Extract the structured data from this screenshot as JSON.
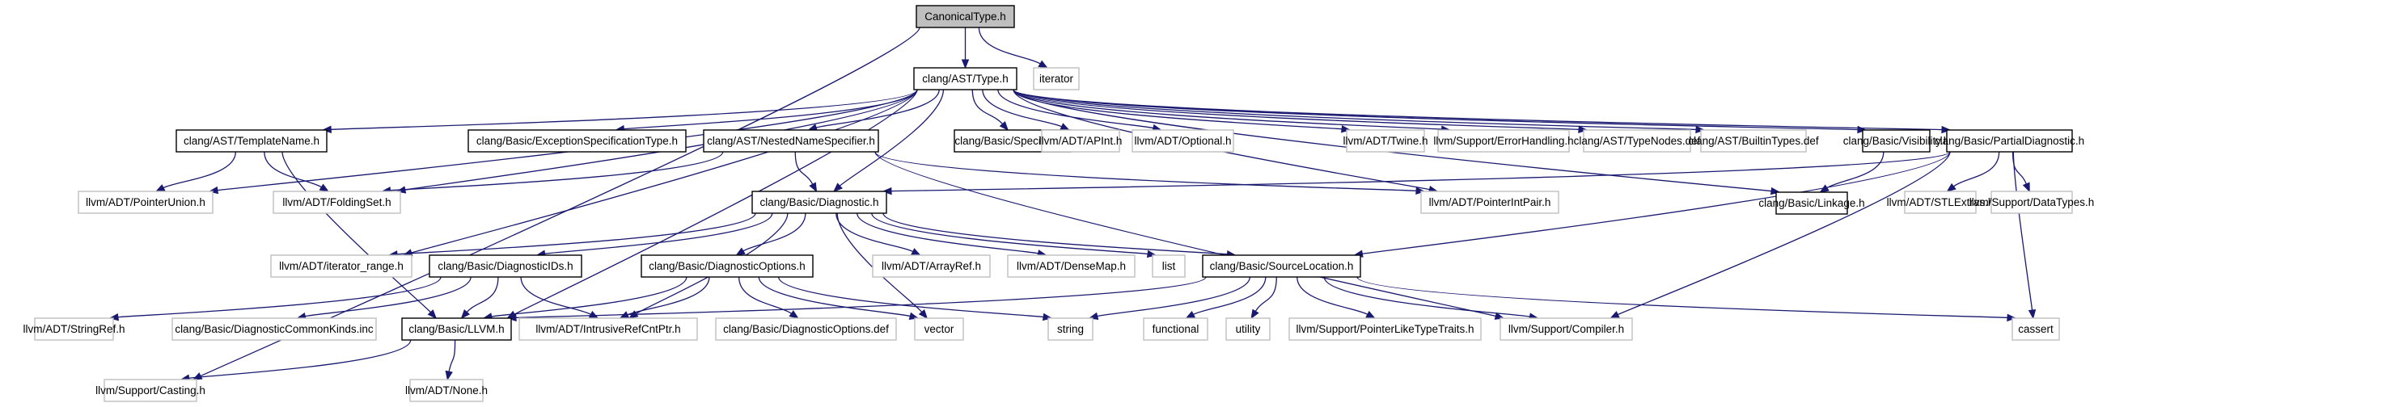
{
  "title": "CanonicalType.h include dependency graph",
  "colors": {
    "edge": "#191970",
    "root_fill": "#bfbfbf",
    "documented_border": "#000000",
    "external_border": "#bfbfbf"
  },
  "nodes": [
    {
      "id": "canonical",
      "label": "CanonicalType.h",
      "kind": "root"
    },
    {
      "id": "type",
      "label": "clang/AST/Type.h",
      "kind": "doc"
    },
    {
      "id": "iterator",
      "label": "iterator",
      "kind": "ext"
    },
    {
      "id": "templatename",
      "label": "clang/AST/TemplateName.h",
      "kind": "doc"
    },
    {
      "id": "exceptionspec",
      "label": "clang/Basic/ExceptionSpecificationType.h",
      "kind": "doc"
    },
    {
      "id": "nns",
      "label": "clang/AST/NestedNameSpecifier.h",
      "kind": "doc"
    },
    {
      "id": "specifiers",
      "label": "clang/Basic/Specifiers.h",
      "kind": "doc"
    },
    {
      "id": "apint",
      "label": "llvm/ADT/APInt.h",
      "kind": "ext"
    },
    {
      "id": "optional",
      "label": "llvm/ADT/Optional.h",
      "kind": "ext"
    },
    {
      "id": "twine",
      "label": "llvm/ADT/Twine.h",
      "kind": "ext"
    },
    {
      "id": "errorhandling",
      "label": "llvm/Support/ErrorHandling.h",
      "kind": "ext"
    },
    {
      "id": "typenodes",
      "label": "clang/AST/TypeNodes.def",
      "kind": "ext"
    },
    {
      "id": "builtintypes",
      "label": "clang/AST/BuiltinTypes.def",
      "kind": "ext"
    },
    {
      "id": "visibility",
      "label": "clang/Basic/Visibility.h",
      "kind": "doc"
    },
    {
      "id": "partialdiag",
      "label": "clang/Basic/PartialDiagnostic.h",
      "kind": "doc"
    },
    {
      "id": "pointerunion",
      "label": "llvm/ADT/PointerUnion.h",
      "kind": "ext"
    },
    {
      "id": "foldingset",
      "label": "llvm/ADT/FoldingSet.h",
      "kind": "ext"
    },
    {
      "id": "diagnostic",
      "label": "clang/Basic/Diagnostic.h",
      "kind": "doc"
    },
    {
      "id": "pointerintpair",
      "label": "llvm/ADT/PointerIntPair.h",
      "kind": "ext"
    },
    {
      "id": "linkage",
      "label": "clang/Basic/Linkage.h",
      "kind": "doc"
    },
    {
      "id": "stlextras",
      "label": "llvm/ADT/STLExtras.h",
      "kind": "ext"
    },
    {
      "id": "datatypes",
      "label": "llvm/Support/DataTypes.h",
      "kind": "ext"
    },
    {
      "id": "iteratorrange",
      "label": "llvm/ADT/iterator_range.h",
      "kind": "ext"
    },
    {
      "id": "diagids",
      "label": "clang/Basic/DiagnosticIDs.h",
      "kind": "doc"
    },
    {
      "id": "diagopts",
      "label": "clang/Basic/DiagnosticOptions.h",
      "kind": "doc"
    },
    {
      "id": "arrayref",
      "label": "llvm/ADT/ArrayRef.h",
      "kind": "ext"
    },
    {
      "id": "densemap",
      "label": "llvm/ADT/DenseMap.h",
      "kind": "ext"
    },
    {
      "id": "list",
      "label": "list",
      "kind": "ext"
    },
    {
      "id": "sourceloc",
      "label": "clang/Basic/SourceLocation.h",
      "kind": "doc"
    },
    {
      "id": "stringref",
      "label": "llvm/ADT/StringRef.h",
      "kind": "ext"
    },
    {
      "id": "diagcommonkinds",
      "label": "clang/Basic/DiagnosticCommonKinds.inc",
      "kind": "ext"
    },
    {
      "id": "llvmh",
      "label": "clang/Basic/LLVM.h",
      "kind": "doc"
    },
    {
      "id": "intrusiverefcnt",
      "label": "llvm/ADT/IntrusiveRefCntPtr.h",
      "kind": "ext"
    },
    {
      "id": "diagoptsdef",
      "label": "clang/Basic/DiagnosticOptions.def",
      "kind": "ext"
    },
    {
      "id": "vector",
      "label": "vector",
      "kind": "ext"
    },
    {
      "id": "string",
      "label": "string",
      "kind": "ext"
    },
    {
      "id": "functional",
      "label": "functional",
      "kind": "ext"
    },
    {
      "id": "utility",
      "label": "utility",
      "kind": "ext"
    },
    {
      "id": "pointerliketypetraits",
      "label": "llvm/Support/PointerLikeTypeTraits.h",
      "kind": "ext"
    },
    {
      "id": "compiler",
      "label": "llvm/Support/Compiler.h",
      "kind": "ext"
    },
    {
      "id": "cassert",
      "label": "cassert",
      "kind": "ext"
    },
    {
      "id": "casting",
      "label": "llvm/Support/Casting.h",
      "kind": "ext"
    },
    {
      "id": "none",
      "label": "llvm/ADT/None.h",
      "kind": "ext"
    }
  ],
  "edges": [
    [
      "canonical",
      "type"
    ],
    [
      "canonical",
      "iterator"
    ],
    [
      "canonical",
      "casting"
    ],
    [
      "type",
      "templatename"
    ],
    [
      "type",
      "exceptionspec"
    ],
    [
      "type",
      "nns"
    ],
    [
      "type",
      "specifiers"
    ],
    [
      "type",
      "apint"
    ],
    [
      "type",
      "optional"
    ],
    [
      "type",
      "twine"
    ],
    [
      "type",
      "errorhandling"
    ],
    [
      "type",
      "typenodes"
    ],
    [
      "type",
      "builtintypes"
    ],
    [
      "type",
      "visibility"
    ],
    [
      "type",
      "partialdiag"
    ],
    [
      "type",
      "pointerunion"
    ],
    [
      "type",
      "foldingset"
    ],
    [
      "type",
      "diagnostic"
    ],
    [
      "type",
      "pointerintpair"
    ],
    [
      "type",
      "linkage"
    ],
    [
      "type",
      "iteratorrange"
    ],
    [
      "type",
      "llvmh"
    ],
    [
      "templatename",
      "pointerunion"
    ],
    [
      "templatename",
      "foldingset"
    ],
    [
      "templatename",
      "llvmh"
    ],
    [
      "nns",
      "foldingset"
    ],
    [
      "nns",
      "diagnostic"
    ],
    [
      "nns",
      "pointerintpair"
    ],
    [
      "nns",
      "compiler"
    ],
    [
      "visibility",
      "linkage"
    ],
    [
      "partialdiag",
      "diagnostic"
    ],
    [
      "partialdiag",
      "sourceloc"
    ],
    [
      "partialdiag",
      "stlextras"
    ],
    [
      "partialdiag",
      "datatypes"
    ],
    [
      "partialdiag",
      "compiler"
    ],
    [
      "partialdiag",
      "cassert"
    ],
    [
      "diagnostic",
      "iteratorrange"
    ],
    [
      "diagnostic",
      "diagids"
    ],
    [
      "diagnostic",
      "diagopts"
    ],
    [
      "diagnostic",
      "intrusiverefcnt"
    ],
    [
      "diagnostic",
      "vector"
    ],
    [
      "diagnostic",
      "arrayref"
    ],
    [
      "diagnostic",
      "densemap"
    ],
    [
      "diagnostic",
      "list"
    ],
    [
      "diagnostic",
      "sourceloc"
    ],
    [
      "diagids",
      "stringref"
    ],
    [
      "diagids",
      "diagcommonkinds"
    ],
    [
      "diagids",
      "llvmh"
    ],
    [
      "diagids",
      "intrusiverefcnt"
    ],
    [
      "diagopts",
      "llvmh"
    ],
    [
      "diagopts",
      "intrusiverefcnt"
    ],
    [
      "diagopts",
      "diagoptsdef"
    ],
    [
      "diagopts",
      "vector"
    ],
    [
      "diagopts",
      "string"
    ],
    [
      "sourceloc",
      "llvmh"
    ],
    [
      "sourceloc",
      "string"
    ],
    [
      "sourceloc",
      "functional"
    ],
    [
      "sourceloc",
      "utility"
    ],
    [
      "sourceloc",
      "pointerliketypetraits"
    ],
    [
      "sourceloc",
      "compiler"
    ],
    [
      "sourceloc",
      "cassert"
    ],
    [
      "llvmh",
      "casting"
    ],
    [
      "llvmh",
      "none"
    ]
  ]
}
